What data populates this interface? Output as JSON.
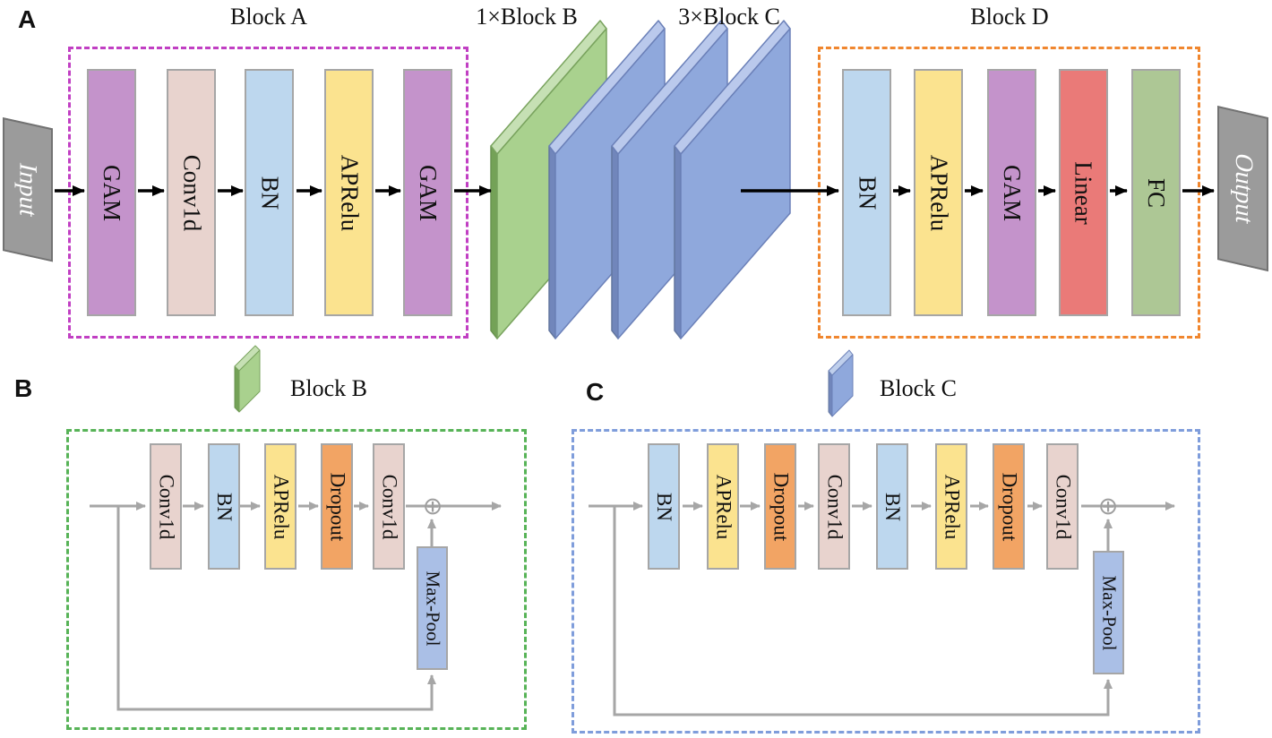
{
  "panel_a": {
    "label": "A",
    "title_block_a": "Block A",
    "title_block_b": "1×Block B",
    "title_block_c": "3×Block C",
    "title_block_d": "Block D",
    "input_label": "Input",
    "output_label": "Output",
    "block_a_layers": [
      {
        "label": "GAM",
        "color": "#c493cb"
      },
      {
        "label": "Conv1d",
        "color": "#e8d3ce"
      },
      {
        "label": "BN",
        "color": "#bdd7ee"
      },
      {
        "label": "APRelu",
        "color": "#fbe38f"
      },
      {
        "label": "GAM",
        "color": "#c493cb"
      }
    ],
    "block_d_layers": [
      {
        "label": "BN",
        "color": "#bdd7ee"
      },
      {
        "label": "APRelu",
        "color": "#fbe38f"
      },
      {
        "label": "GAM",
        "color": "#c493cb"
      },
      {
        "label": "Linear",
        "color": "#ea7a78"
      },
      {
        "label": "FC",
        "color": "#adc795"
      }
    ],
    "plates": {
      "green_block_b_count": 1,
      "blue_block_c_count": 3
    }
  },
  "panel_b": {
    "label": "B",
    "title": "Block B",
    "layers": [
      {
        "label": "Conv1d",
        "color": "#e8d3ce"
      },
      {
        "label": "BN",
        "color": "#bdd7ee"
      },
      {
        "label": "APRelu",
        "color": "#fbe38f"
      },
      {
        "label": "Dropout",
        "color": "#f2a464"
      },
      {
        "label": "Conv1d",
        "color": "#e8d3ce"
      }
    ],
    "maxpool_label": "Max-Pool",
    "sum_icon": "⊕"
  },
  "panel_c": {
    "label": "C",
    "title": "Block C",
    "layers": [
      {
        "label": "BN",
        "color": "#bdd7ee"
      },
      {
        "label": "APRelu",
        "color": "#fbe38f"
      },
      {
        "label": "Dropout",
        "color": "#f2a464"
      },
      {
        "label": "Conv1d",
        "color": "#e8d3ce"
      },
      {
        "label": "BN",
        "color": "#bdd7ee"
      },
      {
        "label": "APRelu",
        "color": "#fbe38f"
      },
      {
        "label": "Dropout",
        "color": "#f2a464"
      },
      {
        "label": "Conv1d",
        "color": "#e8d3ce"
      }
    ],
    "maxpool_label": "Max-Pool",
    "sum_icon": "⊕"
  },
  "colors": {
    "block_a_border": "#c13fc3",
    "block_b_border": "#57b357",
    "block_c_border": "#7f9ddb",
    "block_d_border": "#f0862e",
    "green_plate": "#a9d18e",
    "blue_plate": "#8fa8dc",
    "gray_wire": "#a6a6a6",
    "black_arrow": "#000000",
    "io_fill": "#9b9b9b",
    "bar_border": "#a6a6a6"
  }
}
